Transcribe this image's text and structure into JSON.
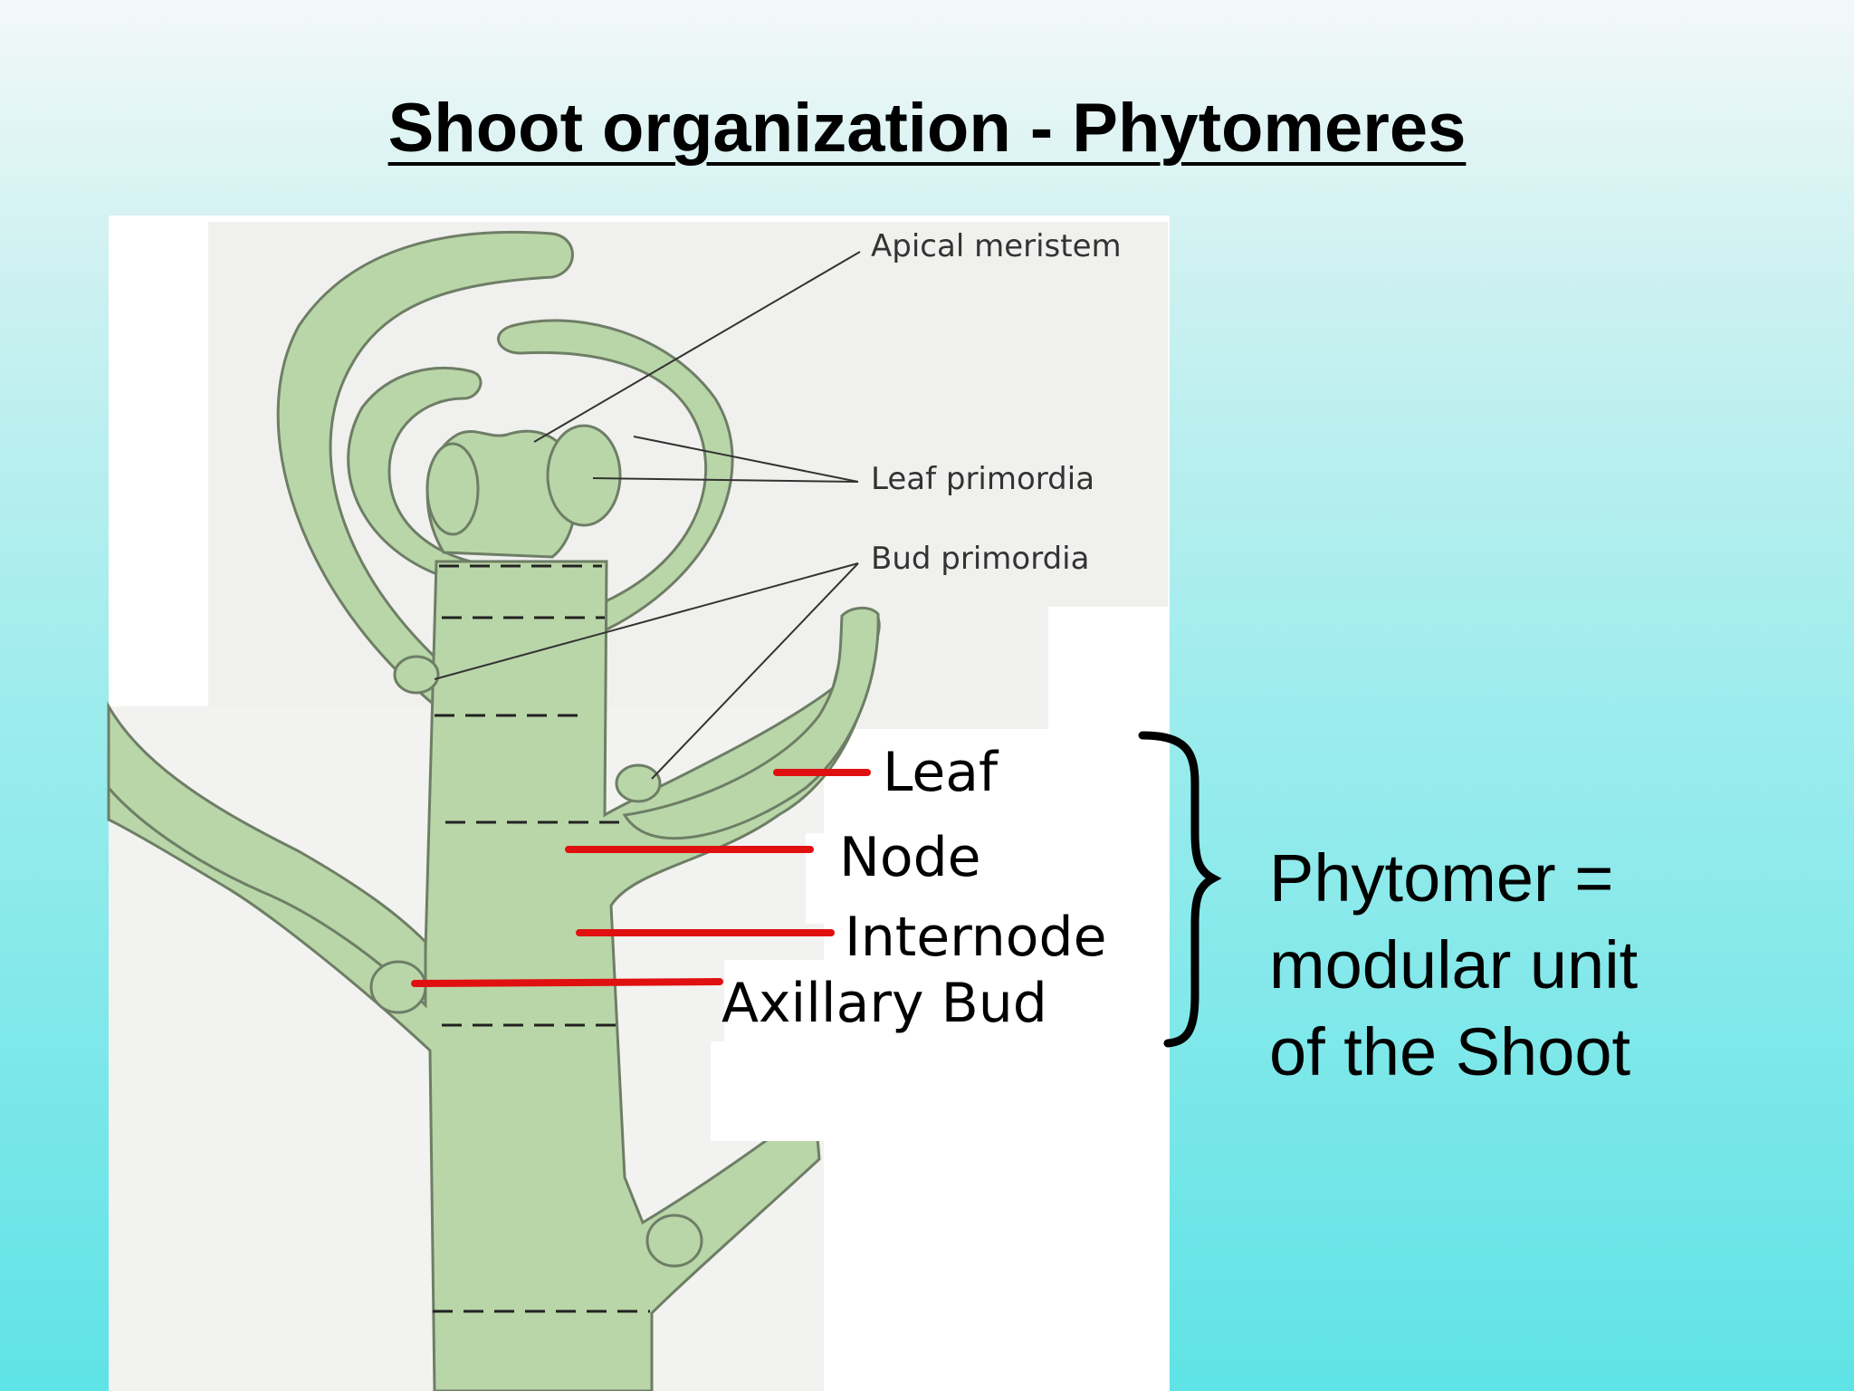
{
  "title": "Shoot organization - Phytomeres",
  "diagram": {
    "labels": {
      "apical_meristem": "Apical meristem",
      "leaf_primordia": "Leaf primordia",
      "bud_primordia": "Bud primordia"
    },
    "overlay_labels": {
      "leaf": "Leaf",
      "node": "Node",
      "internode": "Internode",
      "axillary_bud": "Axillary Bud"
    },
    "colors": {
      "plant_fill": "#b9d6a8",
      "plant_outline": "#6e7e66",
      "pointer_red": "#e01010"
    }
  },
  "definition": {
    "line1": "Phytomer =",
    "line2": "modular unit",
    "line3": "of the Shoot"
  }
}
